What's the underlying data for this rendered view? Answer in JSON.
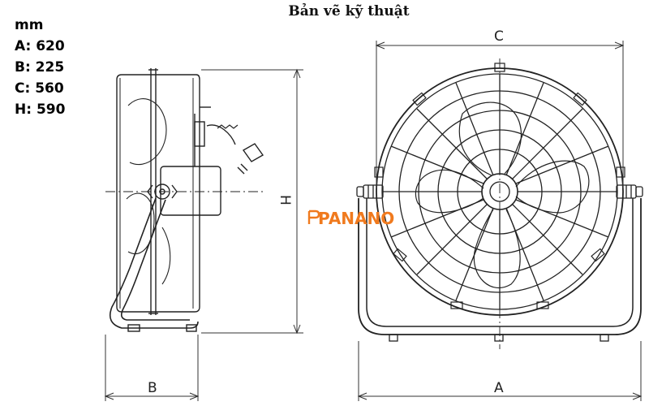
{
  "title": "Bản vẽ kỹ thuật",
  "unit": "mm",
  "dimensions": [
    {
      "key": "A",
      "label": "A: 620"
    },
    {
      "key": "B",
      "label": "B: 225"
    },
    {
      "key": "C",
      "label": "C: 560"
    },
    {
      "key": "H",
      "label": "H: 590"
    }
  ],
  "dimension_letters": {
    "A": "A",
    "B": "B",
    "C": "C",
    "H": "H"
  },
  "watermark": "PANANO",
  "colors": {
    "line": "#222222",
    "watermark": "#f07a1e"
  }
}
